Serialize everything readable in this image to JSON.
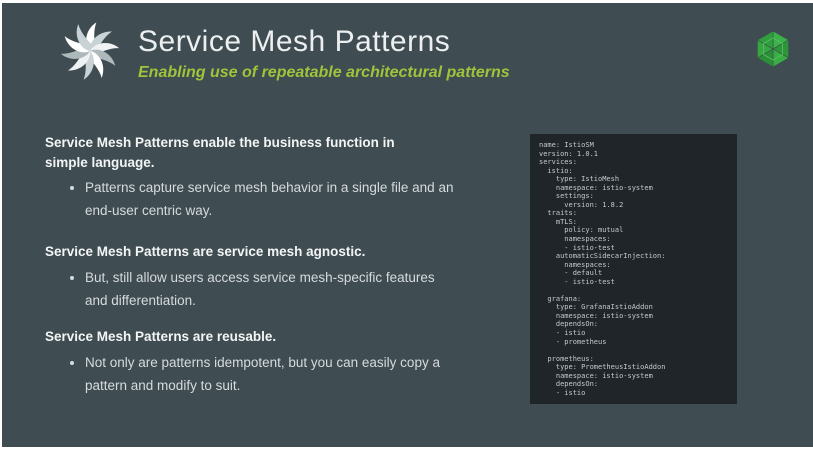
{
  "header": {
    "title": "Service Mesh Patterns",
    "subtitle": "Enabling use of repeatable architectural patterns"
  },
  "icons": {
    "logo": "swirl-logo-icon",
    "brand": "mesh-sphere-icon"
  },
  "colors": {
    "slide_background": "#3f4c52",
    "accent_green": "#9fc43c",
    "brand_green": "#2fa13c",
    "code_background": "#1f2528",
    "heading_text": "#f3f5f5",
    "body_text": "#d6dbdd"
  },
  "sections": [
    {
      "heading": "Service Mesh Patterns enable the business function in simple language.",
      "bullets": [
        "Patterns capture service mesh behavior in a single file and an end-user centric way."
      ]
    },
    {
      "heading": "Service Mesh Patterns are service mesh agnostic.",
      "bullets": [
        "But, still allow users access service mesh-specific features and differentiation."
      ]
    },
    {
      "heading": "Service Mesh Patterns are reusable.",
      "bullets": [
        "Not only are patterns idempotent, but you can easily copy a pattern and modify to suit."
      ]
    }
  ],
  "code": {
    "lines": [
      "name: IstioSM",
      "version: 1.0.1",
      "services:",
      "  istio:",
      "    type: IstioMesh",
      "    namespace: istio-system",
      "    settings:",
      "      version: 1.8.2",
      "  traits:",
      "    mTLS:",
      "      policy: mutual",
      "      namespaces:",
      "      - istio-test",
      "    automaticSidecarInjection:",
      "      namespaces:",
      "      - default",
      "      - istio-test",
      "",
      "  grafana:",
      "    type: GrafanaIstioAddon",
      "    namespace: istio-system",
      "    dependsOn:",
      "    - istio",
      "    - prometheus",
      "",
      "  prometheus:",
      "    type: PrometheusIstioAddon",
      "    namespace: istio-system",
      "    dependsOn:",
      "    - istio"
    ]
  }
}
